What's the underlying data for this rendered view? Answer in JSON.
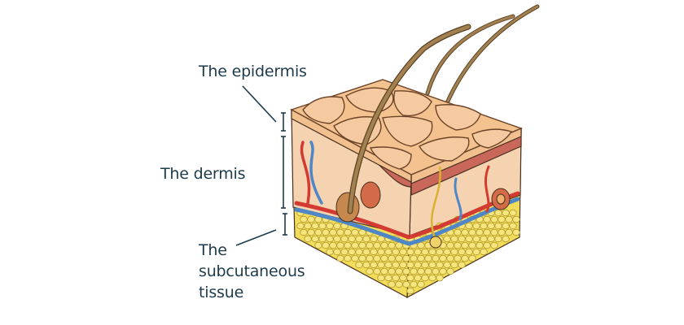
{
  "labels": {
    "epidermis": "The epidermis",
    "dermis": "The dermis",
    "subcutaneous_line1": "The",
    "subcutaneous_line2": "subcutaneous",
    "subcutaneous_line3": "tissue"
  },
  "colors": {
    "label_text": "#1d3b4b",
    "epidermis": "#f1c08e",
    "dermis": "#f6d3b0",
    "dermis_dark": "#c9675a",
    "fat": "#f2dd5a",
    "vein": "#4f86c6",
    "artery": "#d33a32",
    "hair": "#8a6a3e"
  }
}
